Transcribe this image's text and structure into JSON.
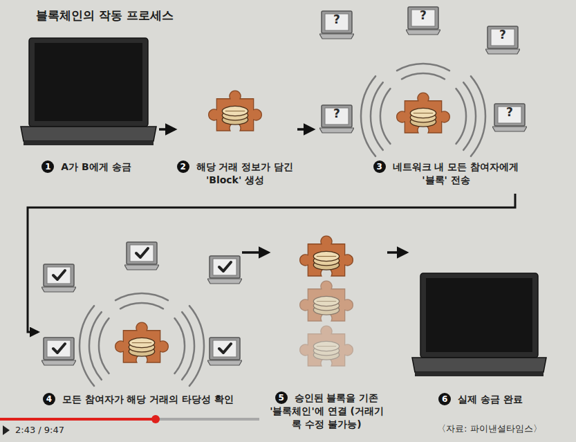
{
  "diagram": {
    "title": "블록체인의 작동 프로세스",
    "nodes": [
      {
        "text": [
          "1",
          "A가 B에게 송금"
        ]
      },
      {
        "text": [
          "2",
          "해당 거래 정보가 담긴 'Block' 생성"
        ]
      },
      {
        "text": [
          "3",
          "네트워크 내 모든 참여자에게 '블록' 전송"
        ]
      },
      {
        "text": [
          "4",
          "모든 참여자가 해당 거래의 타당성 확인"
        ]
      },
      {
        "text": [
          "5",
          "승인된 블록을 기존 '블록체인'에 연결 (거래기록 수정 불가능)"
        ]
      },
      {
        "text": [
          "6",
          "실제 송금 완료"
        ]
      }
    ],
    "edges": [
      {
        "from": 0,
        "to": 1,
        "arrow": "to"
      },
      {
        "from": 1,
        "to": 2,
        "arrow": "to"
      },
      {
        "from": 2,
        "to": 3,
        "arrow": "to"
      },
      {
        "from": 3,
        "to": 4,
        "arrow": "to"
      },
      {
        "from": 4,
        "to": 5,
        "arrow": "to"
      }
    ],
    "labels": [
      "?",
      "?",
      "?",
      "?",
      "?",
      "〈자료: 파이낸셜타임스〉",
      "2:43 / 9:47"
    ]
  }
}
